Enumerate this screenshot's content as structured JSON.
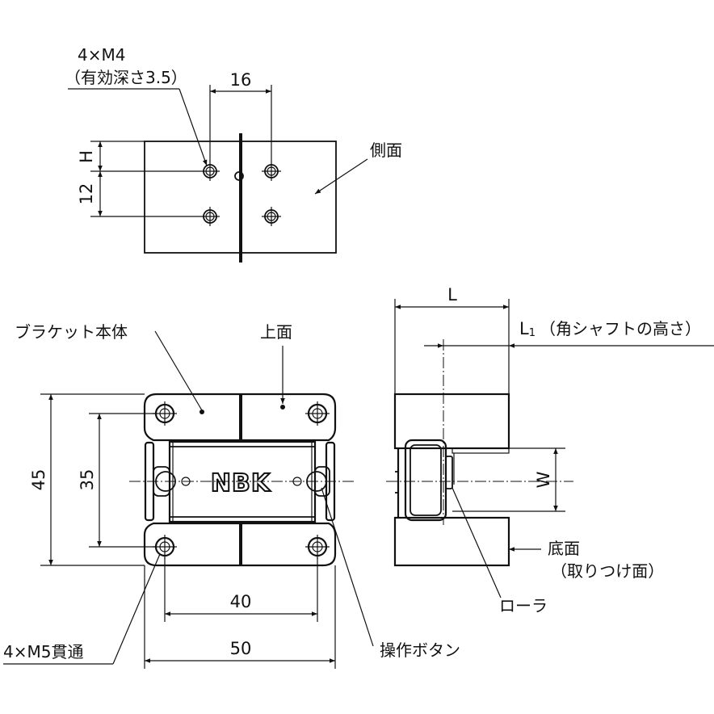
{
  "labels": {
    "tap_spec_line1": "4×M4",
    "tap_spec_line2": "（有効深さ3.5）",
    "side_face": "側面",
    "bracket_body": "ブラケット本体",
    "top_face": "上面",
    "l1_note": "（角シャフトの高さ）",
    "bottom_face_line1": "底面",
    "bottom_face_line2": "（取りつけ面）",
    "roller": "ローラ",
    "through_hole_spec": "4×M5貫通",
    "operation_button": "操作ボタン",
    "brand_logo": "NBK"
  },
  "dimensions": {
    "hole_pitch_side": "16",
    "height_h": "H",
    "pitch_12": "12",
    "height_45": "45",
    "height_35": "35",
    "width_40": "40",
    "width_50": "50",
    "length_l": "L",
    "length_l1_letter": "L",
    "length_l1_sub": "1",
    "width_w": "W"
  }
}
